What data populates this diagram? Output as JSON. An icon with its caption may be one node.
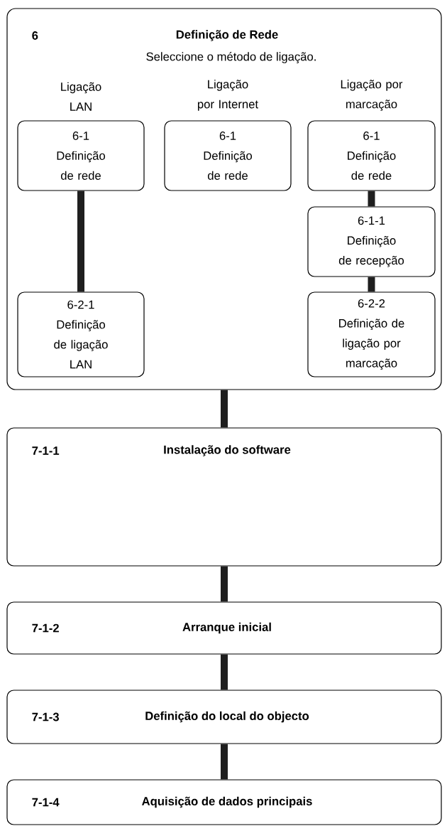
{
  "diagram": {
    "nodes": [
      {
        "text": [
          "6",
          "Definição de Rede",
          "Seleccione o método de ligação."
        ]
      },
      {
        "text": [
          "6-1",
          "Definição de rede"
        ],
        "in": 0,
        "beside": [
          "Ligação LAN"
        ]
      },
      {
        "text": [
          "6-1",
          "Definição de rede"
        ],
        "in": 0,
        "beside": [
          "Ligação por Internet"
        ]
      },
      {
        "text": [
          "6-1",
          "Definição de rede"
        ],
        "in": 0,
        "beside": [
          "Ligação por marcação"
        ]
      },
      {
        "text": [
          "6-1-1",
          "Definição de recepção"
        ],
        "in": 0
      },
      {
        "text": [
          "6-2-1",
          "Definição de ligação LAN"
        ],
        "in": 0
      },
      {
        "text": [
          "6-2-2",
          "Definição de ligação por marcação"
        ],
        "in": 0
      },
      {
        "text": [
          "7-1-1",
          "Instalação do software"
        ]
      },
      {
        "text": [
          "7-1-2",
          "Arranque inicial"
        ]
      },
      {
        "text": [
          "7-1-3",
          "Definição do local do objecto"
        ]
      },
      {
        "text": [
          "7-1-4",
          "Aquisição de dados principais"
        ]
      }
    ],
    "edges": [
      {
        "from": 1,
        "to": 5,
        "arrow": "none"
      },
      {
        "from": 3,
        "to": 4,
        "arrow": "none"
      },
      {
        "from": 4,
        "to": 6,
        "arrow": "none"
      },
      {
        "from": 0,
        "to": 7,
        "arrow": "none"
      },
      {
        "from": 7,
        "to": 8,
        "arrow": "none"
      },
      {
        "from": 8,
        "to": 9,
        "arrow": "none"
      },
      {
        "from": 9,
        "to": 10,
        "arrow": "none"
      }
    ]
  }
}
